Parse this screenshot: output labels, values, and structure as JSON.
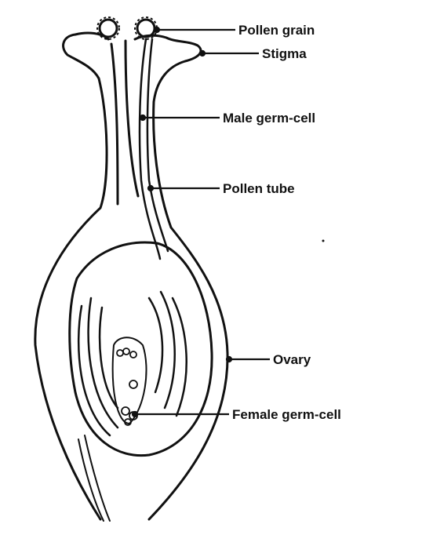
{
  "labels": {
    "pollen_grain": "Pollen grain",
    "stigma": "Stigma",
    "male_germ_cell": "Male germ-cell",
    "pollen_tube": "Pollen tube",
    "ovary": "Ovary",
    "female_germ_cell": "Female germ-cell"
  },
  "colors": {
    "ink": "#111111",
    "background": "#ffffff"
  }
}
